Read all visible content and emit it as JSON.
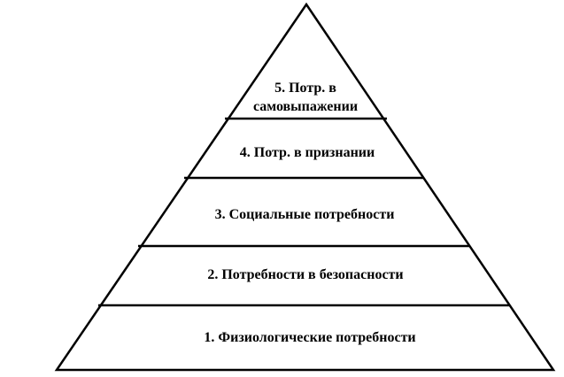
{
  "diagram": {
    "levels": [
      {
        "label": "1. Физиологические потребности"
      },
      {
        "label": "2. Потребности в безопасности"
      },
      {
        "label": "3. Социальные потребности"
      },
      {
        "label": "4. Потр. в признании"
      },
      {
        "label_lines": [
          "5. Потр. в",
          "самовыпажении"
        ]
      }
    ]
  }
}
